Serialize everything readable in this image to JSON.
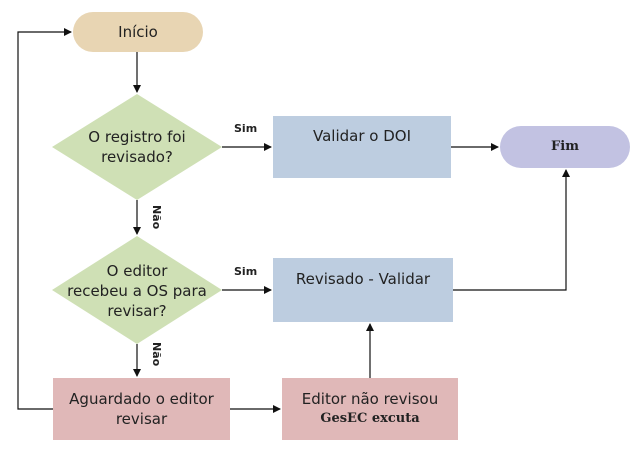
{
  "nodes": {
    "start": "Início",
    "q_reviewed": [
      "O registro foi",
      "revisado?"
    ],
    "validate_doi": "Validar o DOI",
    "end": "Fim",
    "q_editor": [
      "O editor",
      "recebeu a OS para",
      "revisar?"
    ],
    "reviewed_validate": "Revisado - Validar",
    "waiting_editor": [
      "Aguardado o editor",
      "revisar"
    ],
    "editor_not_reviewed": "Editor não revisou",
    "gesec_executes": "GesEC excuta"
  },
  "edges": {
    "yes1": "Sim",
    "yes2": "Sim",
    "no1": "Não",
    "no2": "Não"
  },
  "colors": {
    "start_fill": "#e8d5b3",
    "decision_fill": "#cfe0b5",
    "process_fill": "#bdcde0",
    "end_fill": "#c2c2e2",
    "pink_fill": "#e0b8b8",
    "line": "#111111"
  }
}
